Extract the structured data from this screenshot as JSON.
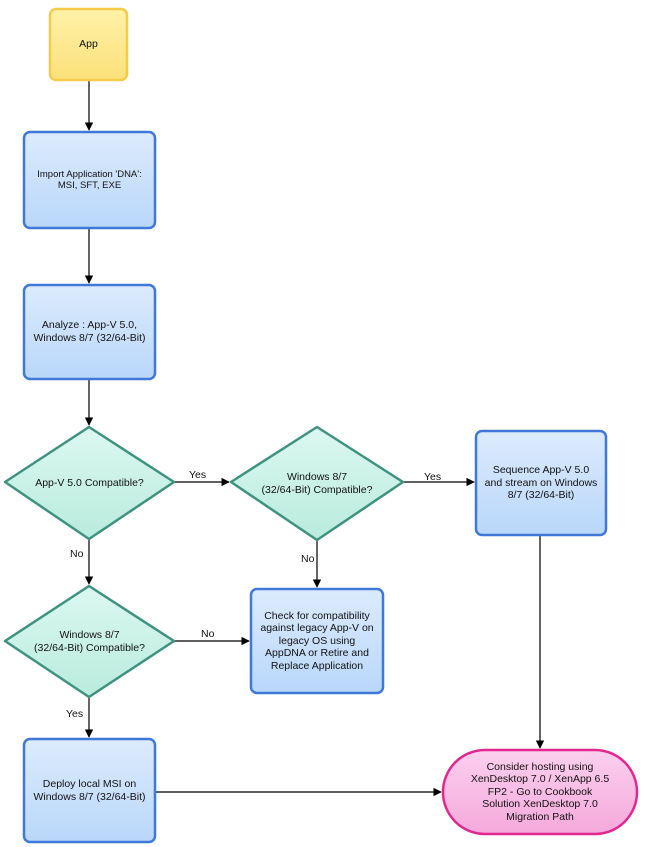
{
  "nodes": {
    "app": "App",
    "import": [
      "Import Application 'DNA':",
      "MSI, SFT, EXE"
    ],
    "analyze": [
      "Analyze : App-V 5.0,",
      "Windows 8/7 (32/64-Bit)"
    ],
    "appv_compatible": "App-V 5.0 Compatible?",
    "win_compatible_top": [
      "Windows 8/7",
      "(32/64-Bit) Compatible?"
    ],
    "sequence": [
      "Sequence App-V 5.0",
      "and stream on Windows",
      "8/7 (32/64-Bit)"
    ],
    "win_compatible_left": [
      "Windows 8/7",
      "(32/64-Bit) Compatible?"
    ],
    "check_compat": [
      "Check for compatibility",
      "against legacy App-V on",
      "legacy OS using",
      "AppDNA or Retire and",
      "Replace Application"
    ],
    "deploy_msi": [
      "Deploy local MSI on",
      "Windows 8/7 (32/64-Bit)"
    ],
    "consider_hosting": [
      "Consider hosting using",
      "XenDesktop 7.0 / XenApp 6.5",
      "FP2 - Go to Cookbook",
      "Solution XenDesktop 7.0",
      "Migration Path"
    ]
  },
  "edges": {
    "yes": "Yes",
    "no": "No"
  },
  "colors": {
    "start_fill": "#fdea8c",
    "start_stroke": "#f5cc47",
    "process_fill": "#c7e0fb",
    "process_stroke": "#3f78d6",
    "decision_fill": "#c8f1e6",
    "decision_stroke": "#3f927e",
    "end_fill": "#f7b9e4",
    "end_stroke": "#e0288f",
    "arrow": "#000000"
  }
}
